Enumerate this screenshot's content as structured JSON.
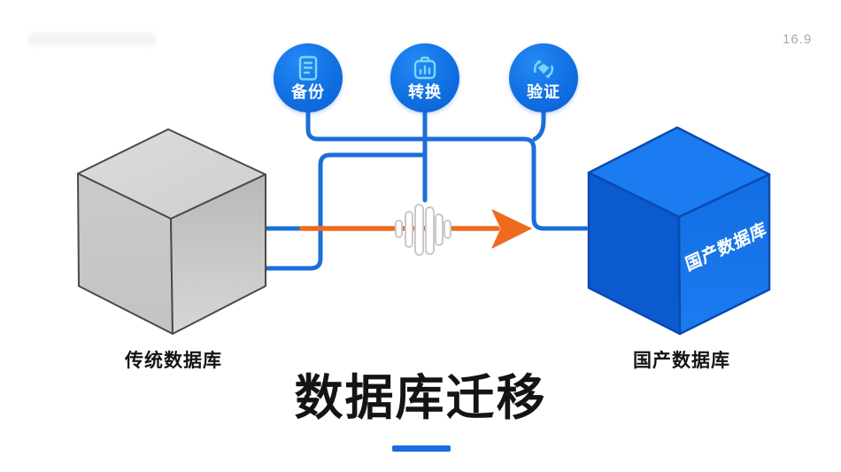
{
  "slide": {
    "title": "数据库迁移",
    "corner_number": "16.9"
  },
  "process_nodes": [
    {
      "label": "备份",
      "icon": "document-icon"
    },
    {
      "label": "转换",
      "icon": "convert-box-icon"
    },
    {
      "label": "验证",
      "icon": "verify-sync-icon"
    }
  ],
  "source_database": {
    "label": "传统数据库"
  },
  "target_database": {
    "label": "国产数据库",
    "face_text": "国产数据库"
  },
  "colors": {
    "line_blue": "#1b6fd8",
    "node_blue": "#1170e2",
    "icon_cyan": "#7cd7f8",
    "arrow_orange": "#ee6a1d",
    "underline_blue": "#1a6ce2",
    "cube_gray_top": "#d8d7d5",
    "cube_gray_left": "#c9c8c6",
    "cube_gray_right": "#c3c2c0",
    "cube_blue_top": "#1a7cf0",
    "cube_blue_left": "#0b5ad0",
    "cube_blue_right": "#1470e6"
  }
}
